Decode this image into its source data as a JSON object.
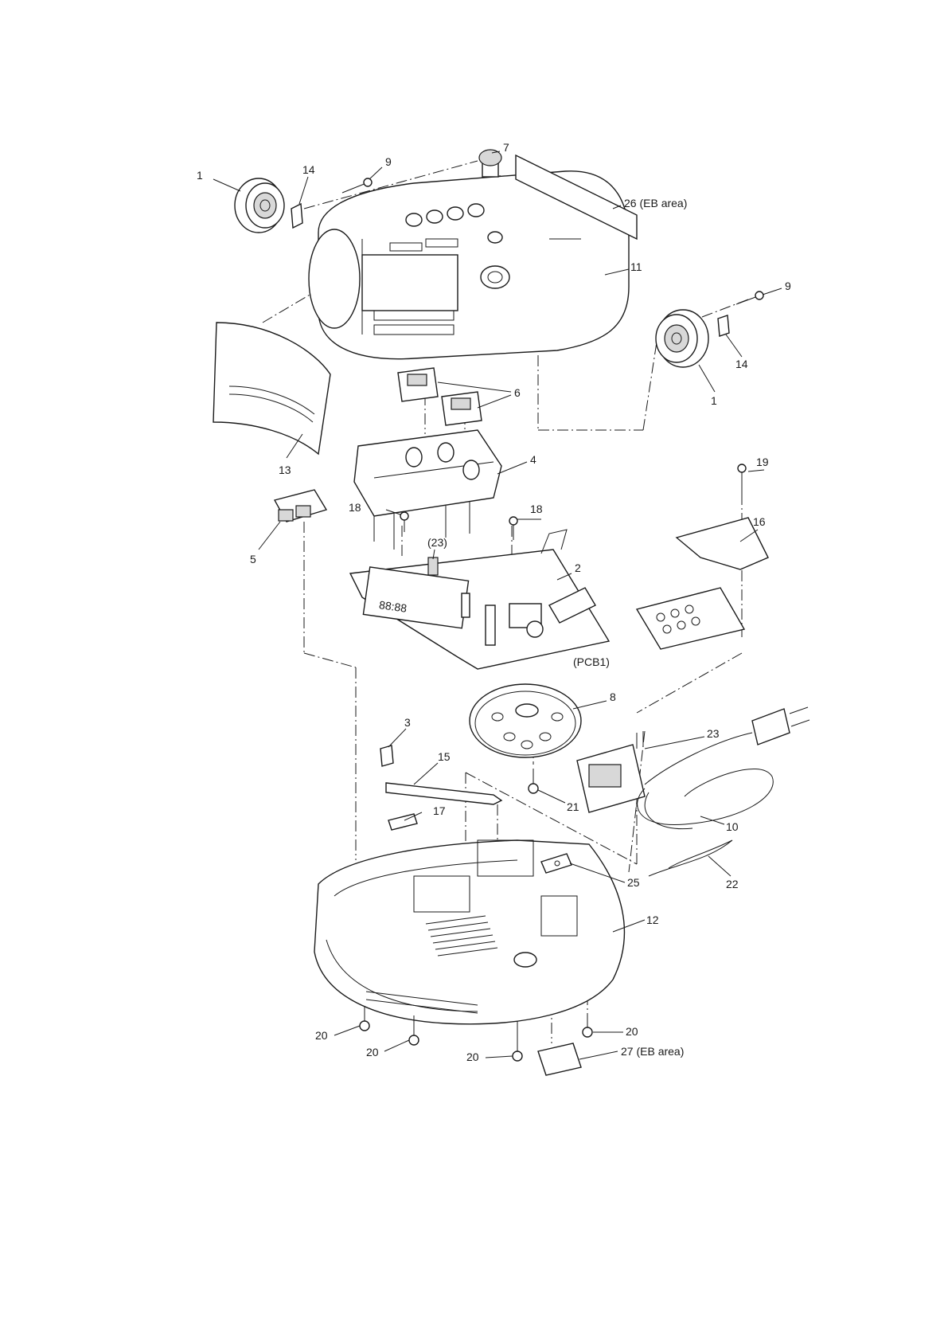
{
  "labels": {
    "p1a": "1",
    "p14a": "14",
    "p9a": "9",
    "p7": "7",
    "p26": "26 (EB area)",
    "p11": "11",
    "p9b": "9",
    "p14b": "14",
    "p1b": "1",
    "p6": "6",
    "p13": "13",
    "p4": "4",
    "p19": "19",
    "p16": "16",
    "p5": "5",
    "p18a": "18",
    "p23a": "(23)",
    "p18b": "18",
    "p2": "2",
    "pcb1": "(PCB1)",
    "p8": "8",
    "p3": "3",
    "p15": "15",
    "p23b": "23",
    "p17": "17",
    "p21": "21",
    "p10": "10",
    "p22": "22",
    "p25": "25",
    "p12": "12",
    "p20a": "20",
    "p20b": "20",
    "p20c": "20",
    "p20d": "20",
    "p27": "27 (EB area)"
  },
  "display": {
    "digits": "88:88"
  },
  "icons": {
    "speaker": "speaker-icon",
    "screw": "screw-icon",
    "knob": "knob-icon",
    "gear": "gear-wheel-icon",
    "transformer": "transformer-icon",
    "plug": "power-plug-icon"
  }
}
